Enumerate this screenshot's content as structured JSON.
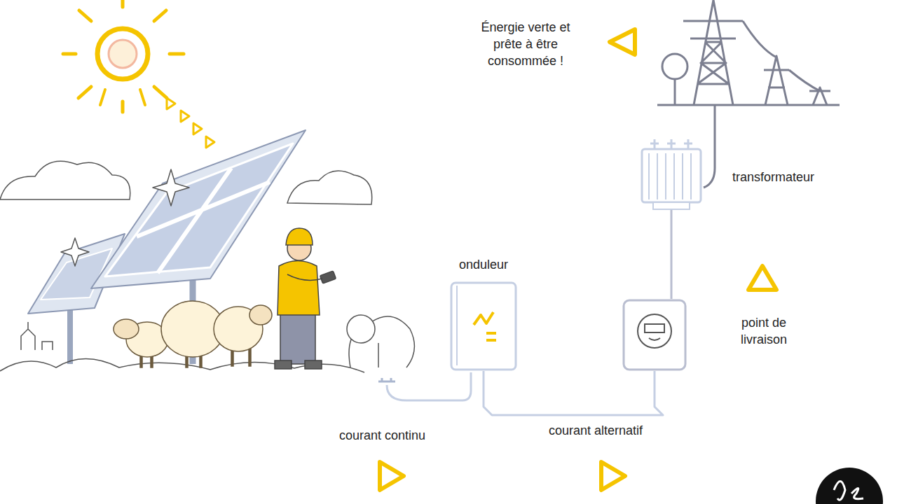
{
  "diagram": {
    "nodes": [
      {
        "text": [
          "onduleur"
        ]
      },
      {
        "text": [
          "point de livraison"
        ]
      },
      {
        "text": [
          "transformateur"
        ]
      }
    ],
    "edges": [
      {
        "from": 0,
        "to": 1,
        "arrow": "none",
        "label": "courant alternatif"
      },
      {
        "from": 1,
        "to": 2,
        "arrow": "none"
      }
    ],
    "labels": [
      "Énergie verte et prête à être consommée !",
      "courant continu"
    ]
  }
}
